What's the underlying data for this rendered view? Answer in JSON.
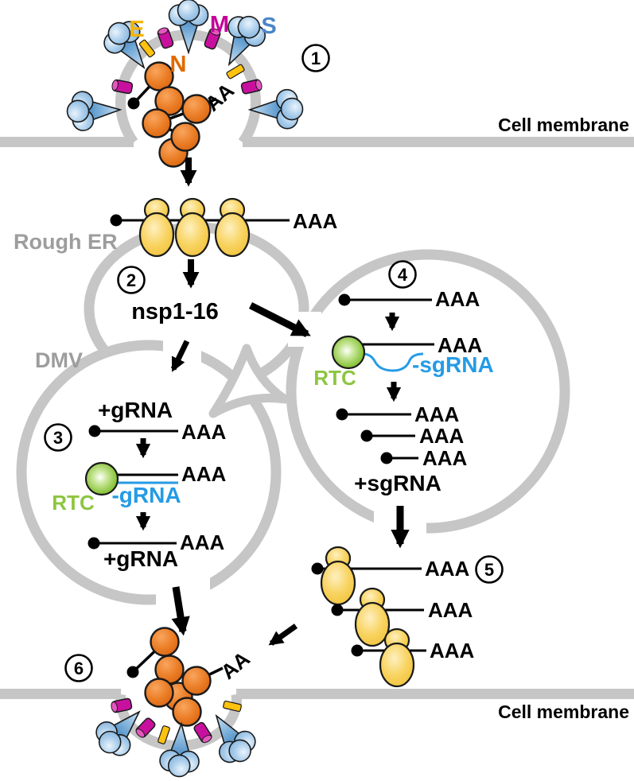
{
  "figure": {
    "description": "Coronavirus replication cycle diagram",
    "membrane_top_label": "Cell membrane",
    "membrane_bottom_label": "Cell membrane",
    "rough_er_label": "Rough ER",
    "dmv_label": "DMV"
  },
  "structural_proteins": {
    "e": "E",
    "m": "M",
    "s": "S",
    "n": "N"
  },
  "steps": {
    "s1": "1",
    "s2": "2",
    "s3": "3",
    "s4": "4",
    "s5": "5",
    "s6": "6"
  },
  "rna": {
    "aaa": "AAA",
    "aa": "AA",
    "plus_grna": "+gRNA",
    "minus_grna": "-gRNA",
    "plus_sgrna": "+sgRNA",
    "minus_sgrna": "-sgRNA"
  },
  "proteins": {
    "nsp": "nsp1-16",
    "rtc": "RTC"
  },
  "colors": {
    "membrane_gray": "#C6C6C6",
    "gray_label": "#9D9D9D",
    "n_orange": "#E1701B",
    "n_label_orange": "#E06A00",
    "m_magenta": "#C8109E",
    "m_label_magenta": "#C4009A",
    "e_yellow": "#FFC20E",
    "e_label_yellow": "#F5B400",
    "s_label_blue": "#4A86C8",
    "spike_blue": "#9DC6E8",
    "ribosome_yellow": "#F8D35F",
    "rtc_green": "#8DC63F",
    "rna_blue": "#259BE5"
  }
}
